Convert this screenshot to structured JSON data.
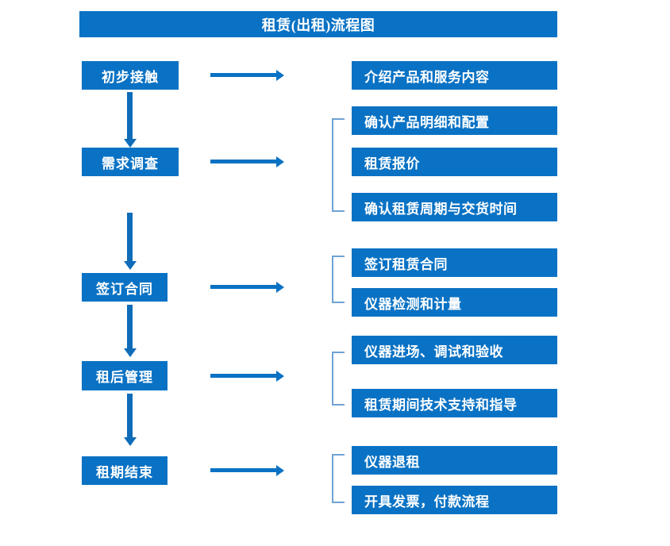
{
  "diagram": {
    "title": "租赁(出租)流程图",
    "accent_color": "#0a72c4",
    "bracket_color": "#6fa2d4",
    "text_color": "#ffffff",
    "background_color": "#ffffff",
    "type": "flowchart",
    "stages": [
      {
        "id": "stage-1",
        "label": "初步接触",
        "details": [
          "介绍产品和服务内容"
        ],
        "has_bracket": false
      },
      {
        "id": "stage-2",
        "label": "需求调查",
        "details": [
          "确认产品明细和配置",
          "租赁报价",
          "确认租赁周期与交货时间"
        ],
        "has_bracket": true
      },
      {
        "id": "stage-3",
        "label": "签订合同",
        "details": [
          "签订租赁合同",
          "仪器检测和计量"
        ],
        "has_bracket": true
      },
      {
        "id": "stage-4",
        "label": "租后管理",
        "details": [
          "仪器进场、调试和验收",
          "租赁期间技术支持和指导"
        ],
        "has_bracket": true
      },
      {
        "id": "stage-5",
        "label": "租期结束",
        "details": [
          "仪器退租",
          "开具发票，付款流程"
        ],
        "has_bracket": true
      }
    ]
  }
}
